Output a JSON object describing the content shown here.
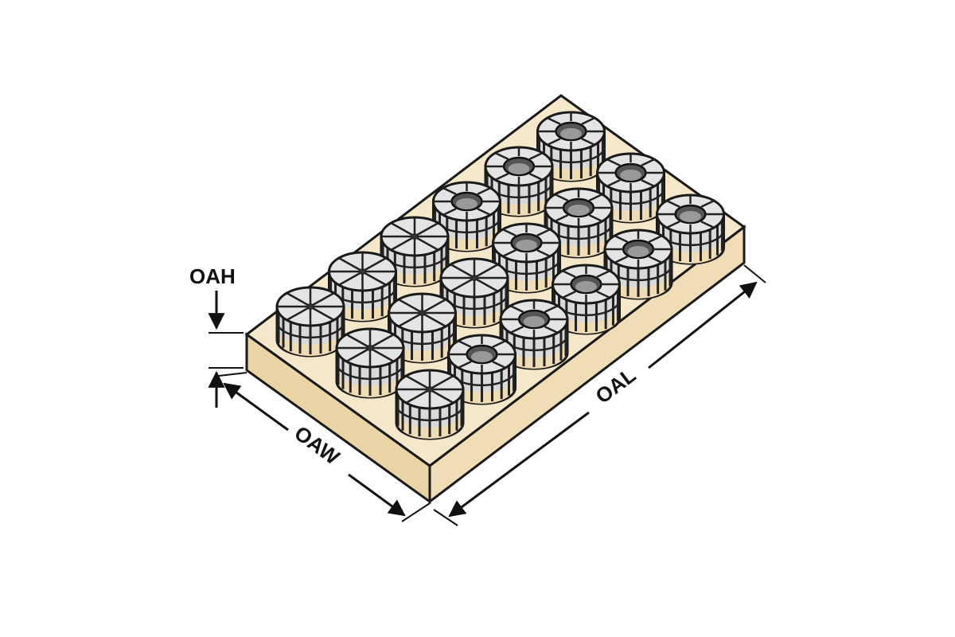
{
  "labels": {
    "height": "OAH",
    "width": "OAW",
    "length": "OAL"
  },
  "colors": {
    "wood_top": "#f3e3c3",
    "wood_side": "#ecd6ab",
    "collet_body": "#d9d9d9",
    "outline": "#1a1a1a"
  },
  "rack": {
    "rows": 3,
    "columns": 6,
    "collet_count": 18
  }
}
